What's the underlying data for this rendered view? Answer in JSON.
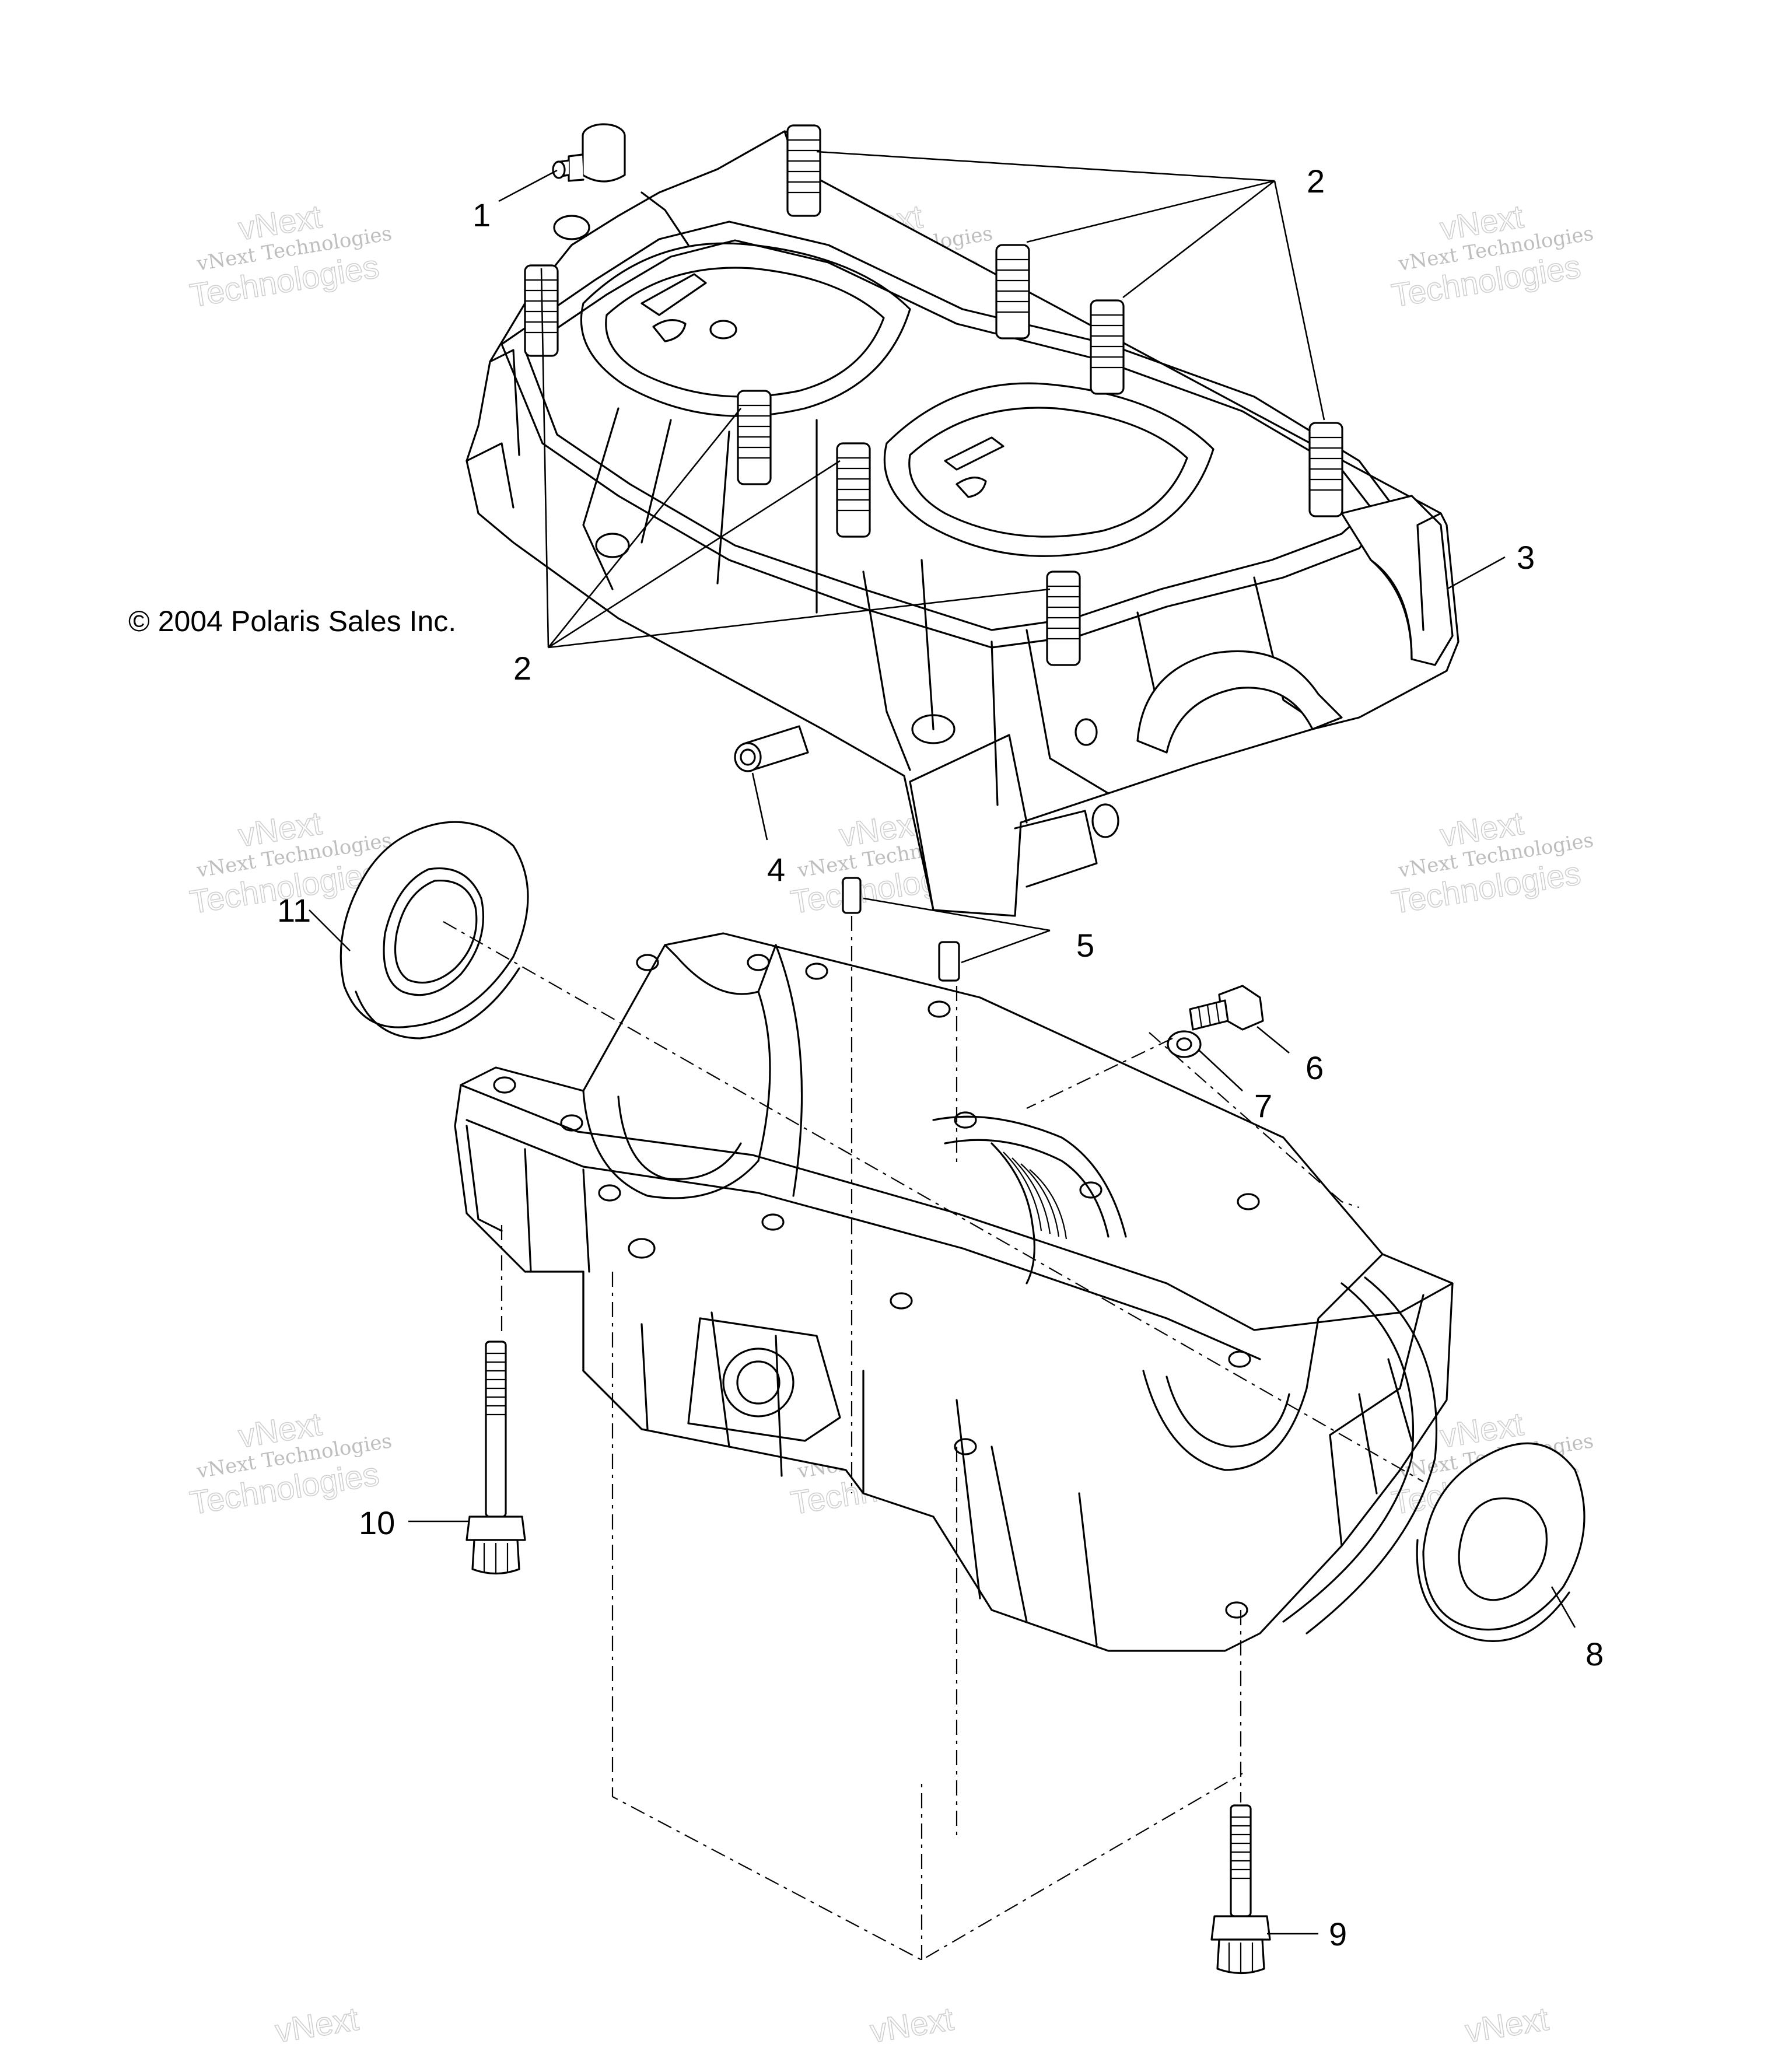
{
  "copyright": "© 2004 Polaris Sales Inc.",
  "watermark": {
    "line_small": "vNext Technologies",
    "line_large": "Technologies",
    "line_top": "vNext"
  },
  "callouts": {
    "c1": "1",
    "c2a": "2",
    "c2b": "2",
    "c3": "3",
    "c4": "4",
    "c5": "5",
    "c6": "6",
    "c7": "7",
    "c8": "8",
    "c9": "9",
    "c10": "10",
    "c11": "11"
  },
  "colors": {
    "line": "#000000",
    "background": "#ffffff",
    "watermark": "#a8a8a8"
  }
}
